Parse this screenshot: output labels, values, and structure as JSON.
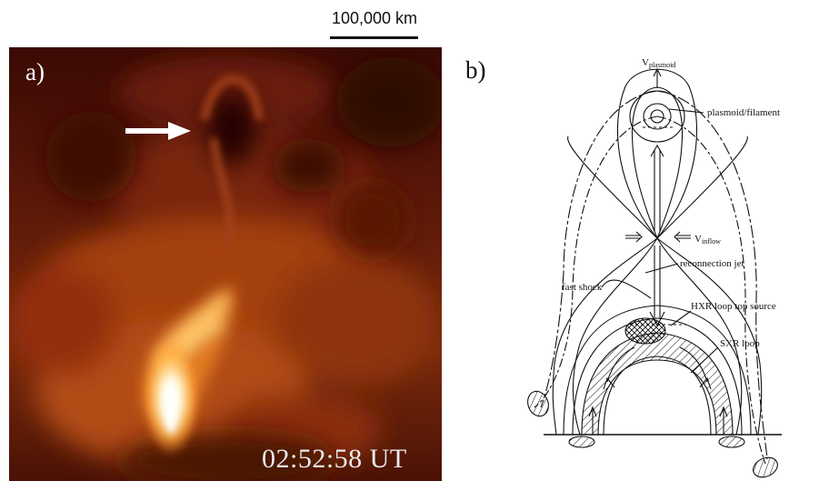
{
  "panel_a": {
    "label": "a)",
    "scale_label": "100,000 km",
    "timestamp": "02:52:58 UT"
  },
  "panel_b": {
    "label": "b)",
    "v_plasmoid": "V",
    "v_plasmoid_sub": "plasmoid",
    "plasmoid_filament": "plasmoid/filament",
    "v_inflow": "V",
    "v_inflow_sub": "inflow",
    "reconnection_jet": "reconnection jet",
    "fast_shock": "fast shock",
    "hxr_source": "HXR loop top source",
    "sxr_loop": "SXR loop"
  }
}
